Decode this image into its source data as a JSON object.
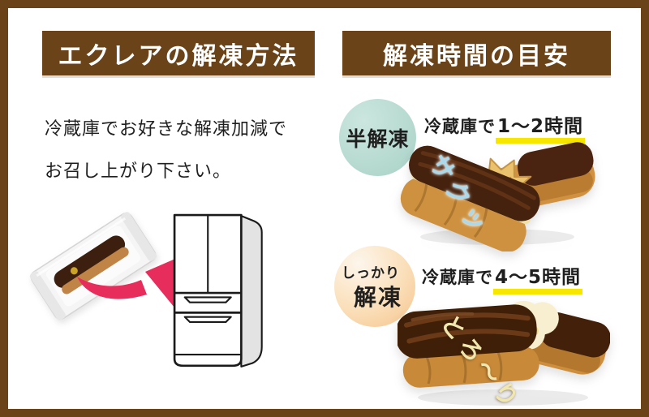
{
  "colors": {
    "frame_brown": "#6b4318",
    "header_bg": "#6b4318",
    "header_text": "#ffffff",
    "body_text": "#1f1f1f",
    "arrow_pink": "#e62d5b",
    "half_thaw_circle": "#b3d8ce",
    "full_thaw_circle": "#f6c38b",
    "underline_yellow": "#f7e600",
    "sound_crisp_color": "#a9d9ea",
    "sound_melty_color": "#f0e7ae"
  },
  "left_panel": {
    "header": "エクレアの解凍方法",
    "instructions": {
      "line1": "冷蔵庫でお好きな解凍加減で",
      "line2": "お召し上がり下さい。"
    }
  },
  "right_panel": {
    "header": "解凍時間の目安",
    "half_thaw": {
      "badge": "半解凍",
      "time_prefix": "冷蔵庫で",
      "time_value": "1〜2時間",
      "sound": "サクッ"
    },
    "full_thaw": {
      "badge_top": "しっかり",
      "badge_bottom": "解凍",
      "time_prefix": "冷蔵庫で",
      "time_value": "4〜5時間",
      "sound": "とろ〜り"
    }
  }
}
